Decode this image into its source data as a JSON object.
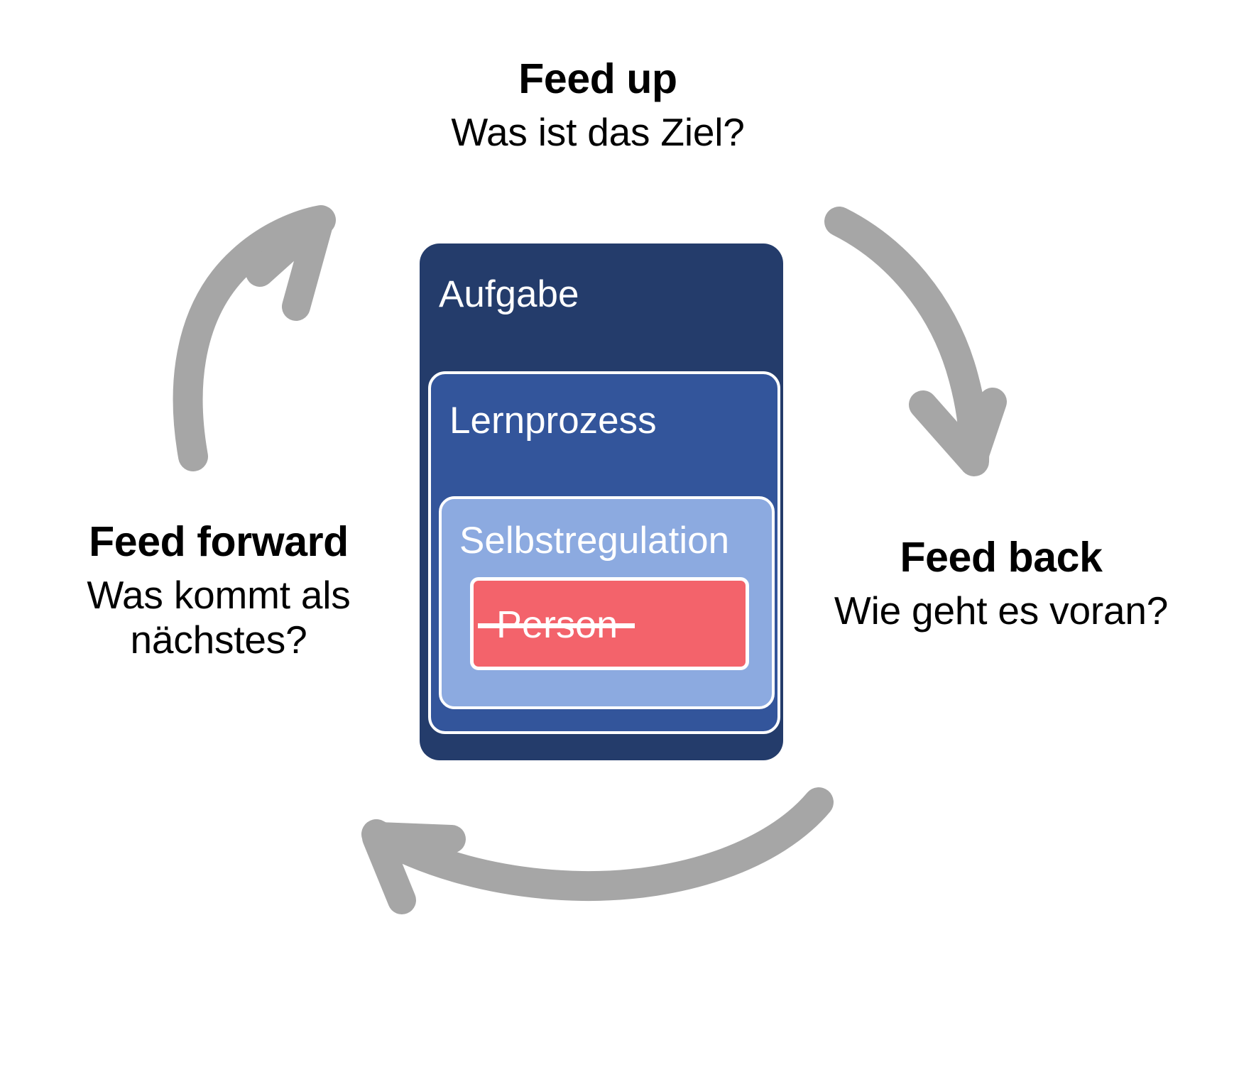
{
  "diagram": {
    "title": "Feedback cycle (Feed up / Feed back / Feed forward)",
    "colors": {
      "arrow": "#a6a6a6",
      "outer_box": "#243c6b",
      "middle_box": "#33559b",
      "inner_box": "#8caae0",
      "person_box": "#f3636b",
      "text_on_box": "#ffffff",
      "label_text": "#000000",
      "background": "#ffffff"
    },
    "cycle_labels": [
      {
        "id": "feed-up",
        "title": "Feed up",
        "subtitle": "Was ist das Ziel?",
        "position": "top"
      },
      {
        "id": "feed-forward",
        "title": "Feed forward",
        "subtitle": "Was kommt als nächstes?",
        "position": "left"
      },
      {
        "id": "feed-back",
        "title": "Feed back",
        "subtitle": "Wie geht es voran?",
        "position": "right"
      }
    ],
    "nested_levels": [
      {
        "id": "aufgabe",
        "label": "Aufgabe",
        "level": 1,
        "color": "#243c6b"
      },
      {
        "id": "lernprozess",
        "label": "Lernprozess",
        "level": 2,
        "color": "#33559b"
      },
      {
        "id": "selbstregulation",
        "label": "Selbstregulation",
        "level": 3,
        "color": "#8caae0"
      },
      {
        "id": "person",
        "label": "Person",
        "level": 4,
        "color": "#f3636b",
        "struck_through": true
      }
    ],
    "arrows": [
      {
        "id": "arrow-left-up",
        "from": "feed-forward",
        "to": "feed-up",
        "direction": "up-right"
      },
      {
        "id": "arrow-right-down",
        "from": "feed-up",
        "to": "feed-back",
        "direction": "down"
      },
      {
        "id": "arrow-bottom-left",
        "from": "feed-back",
        "to": "feed-forward",
        "direction": "left"
      }
    ]
  }
}
